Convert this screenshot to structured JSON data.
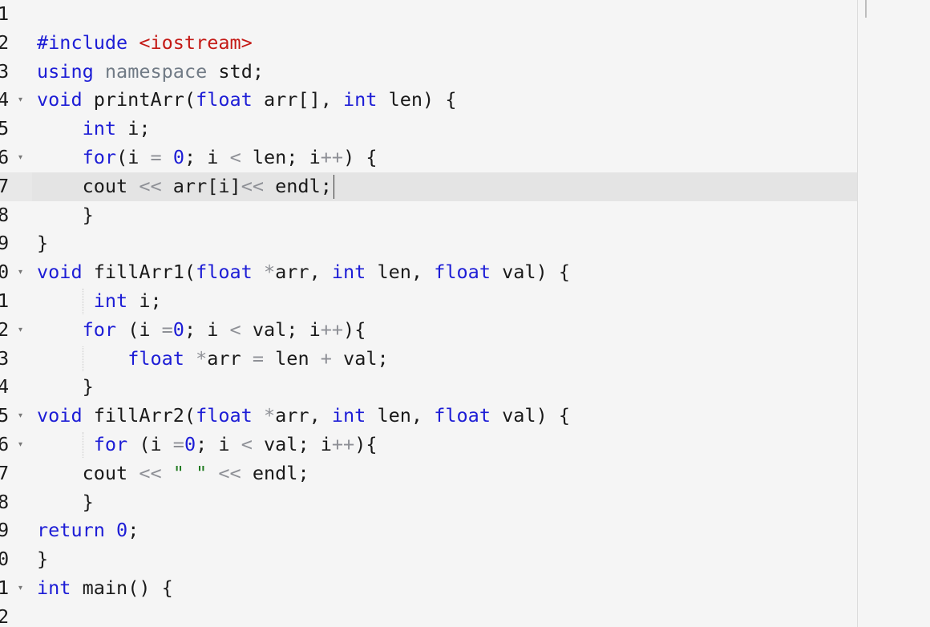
{
  "editor": {
    "language": "cpp",
    "active_line": 7,
    "lines": [
      {
        "num": "1",
        "fold": false,
        "tokens": []
      },
      {
        "num": "2",
        "fold": false,
        "tokens": [
          [
            "pp",
            "#include"
          ],
          [
            "plain",
            " "
          ],
          [
            "str",
            "<iostream>"
          ]
        ]
      },
      {
        "num": "3",
        "fold": false,
        "tokens": [
          [
            "kw",
            "using"
          ],
          [
            "plain",
            " "
          ],
          [
            "ns",
            "namespace"
          ],
          [
            "plain",
            " std;"
          ]
        ]
      },
      {
        "num": "4",
        "fold": true,
        "tokens": [
          [
            "kw",
            "void"
          ],
          [
            "plain",
            " printArr("
          ],
          [
            "kw",
            "float"
          ],
          [
            "plain",
            " arr[], "
          ],
          [
            "kw",
            "int"
          ],
          [
            "plain",
            " len) {"
          ]
        ]
      },
      {
        "num": "5",
        "fold": false,
        "tokens": [
          [
            "plain",
            "    "
          ],
          [
            "kw",
            "int"
          ],
          [
            "plain",
            " i;"
          ]
        ]
      },
      {
        "num": "6",
        "fold": true,
        "tokens": [
          [
            "plain",
            "    "
          ],
          [
            "kw",
            "for"
          ],
          [
            "plain",
            "(i "
          ],
          [
            "op",
            "="
          ],
          [
            "plain",
            " "
          ],
          [
            "num",
            "0"
          ],
          [
            "plain",
            "; i "
          ],
          [
            "op",
            "<"
          ],
          [
            "plain",
            " len; i"
          ],
          [
            "op",
            "++"
          ],
          [
            "plain",
            ") {"
          ]
        ]
      },
      {
        "num": "7",
        "fold": false,
        "tokens": [
          [
            "plain",
            "    cout "
          ],
          [
            "op",
            "<<"
          ],
          [
            "plain",
            " arr[i]"
          ],
          [
            "op",
            "<<"
          ],
          [
            "plain",
            " endl;"
          ]
        ]
      },
      {
        "num": "8",
        "fold": false,
        "tokens": [
          [
            "plain",
            "    }"
          ]
        ]
      },
      {
        "num": "9",
        "fold": false,
        "tokens": [
          [
            "plain",
            "}"
          ]
        ]
      },
      {
        "num": "0",
        "fold": true,
        "tokens": [
          [
            "kw",
            "void"
          ],
          [
            "plain",
            " fillArr1("
          ],
          [
            "kw",
            "float"
          ],
          [
            "plain",
            " "
          ],
          [
            "op",
            "*"
          ],
          [
            "plain",
            "arr, "
          ],
          [
            "kw",
            "int"
          ],
          [
            "plain",
            " len, "
          ],
          [
            "kw",
            "float"
          ],
          [
            "plain",
            " val) {"
          ]
        ]
      },
      {
        "num": "1",
        "fold": false,
        "tokens": [
          [
            "plain",
            "     "
          ],
          [
            "kw",
            "int"
          ],
          [
            "plain",
            " i;"
          ]
        ]
      },
      {
        "num": "2",
        "fold": true,
        "tokens": [
          [
            "plain",
            "    "
          ],
          [
            "kw",
            "for"
          ],
          [
            "plain",
            " (i "
          ],
          [
            "op",
            "="
          ],
          [
            "num",
            "0"
          ],
          [
            "plain",
            "; i "
          ],
          [
            "op",
            "<"
          ],
          [
            "plain",
            " val; i"
          ],
          [
            "op",
            "++"
          ],
          [
            "plain",
            "){"
          ]
        ]
      },
      {
        "num": "3",
        "fold": false,
        "tokens": [
          [
            "plain",
            "        "
          ],
          [
            "kw",
            "float"
          ],
          [
            "plain",
            " "
          ],
          [
            "op",
            "*"
          ],
          [
            "plain",
            "arr "
          ],
          [
            "op",
            "="
          ],
          [
            "plain",
            " len "
          ],
          [
            "op",
            "+"
          ],
          [
            "plain",
            " val;"
          ]
        ]
      },
      {
        "num": "4",
        "fold": false,
        "tokens": [
          [
            "plain",
            "    }"
          ]
        ]
      },
      {
        "num": "5",
        "fold": true,
        "tokens": [
          [
            "kw",
            "void"
          ],
          [
            "plain",
            " fillArr2("
          ],
          [
            "kw",
            "float"
          ],
          [
            "plain",
            " "
          ],
          [
            "op",
            "*"
          ],
          [
            "plain",
            "arr, "
          ],
          [
            "kw",
            "int"
          ],
          [
            "plain",
            " len, "
          ],
          [
            "kw",
            "float"
          ],
          [
            "plain",
            " val) {"
          ]
        ]
      },
      {
        "num": "6",
        "fold": true,
        "tokens": [
          [
            "plain",
            "     "
          ],
          [
            "kw",
            "for"
          ],
          [
            "plain",
            " (i "
          ],
          [
            "op",
            "="
          ],
          [
            "num",
            "0"
          ],
          [
            "plain",
            "; i "
          ],
          [
            "op",
            "<"
          ],
          [
            "plain",
            " val; i"
          ],
          [
            "op",
            "++"
          ],
          [
            "plain",
            "){"
          ]
        ]
      },
      {
        "num": "7",
        "fold": false,
        "tokens": [
          [
            "plain",
            "    cout "
          ],
          [
            "op",
            "<<"
          ],
          [
            "plain",
            " "
          ],
          [
            "strlit",
            "\" \""
          ],
          [
            "plain",
            " "
          ],
          [
            "op",
            "<<"
          ],
          [
            "plain",
            " endl;"
          ]
        ]
      },
      {
        "num": "8",
        "fold": false,
        "tokens": [
          [
            "plain",
            "    }"
          ]
        ]
      },
      {
        "num": "9",
        "fold": false,
        "tokens": [
          [
            "kw",
            "return"
          ],
          [
            "plain",
            " "
          ],
          [
            "num",
            "0"
          ],
          [
            "plain",
            ";"
          ]
        ]
      },
      {
        "num": "0",
        "fold": false,
        "tokens": [
          [
            "plain",
            "}"
          ]
        ]
      },
      {
        "num": "1",
        "fold": true,
        "tokens": [
          [
            "kw",
            "int"
          ],
          [
            "plain",
            " main() {"
          ]
        ]
      },
      {
        "num": "2",
        "fold": false,
        "tokens": []
      }
    ]
  },
  "theme": {
    "background": "#f5f5f5",
    "keyword_color": "#1d1dd6",
    "include_string_color": "#c41a16",
    "namespace_color": "#717b86",
    "operator_color": "#8e9096",
    "string_literal_color": "#1f7a1f",
    "active_line_color": "#e4e4e4",
    "fold_icon": "fold-arrow-icon"
  }
}
